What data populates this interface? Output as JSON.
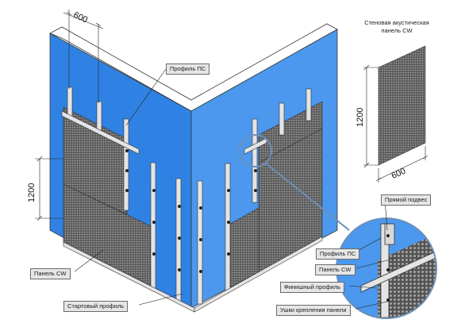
{
  "diagram": {
    "inset_title": "Стеновая акустическая панель CW",
    "dim_top_width": "600",
    "dim_left_height": "1200",
    "dim_inset_height": "1200",
    "dim_inset_width": "600",
    "callouts": {
      "profile_ps_top": "Профиль ПС",
      "panel_cw_left": "Панель CW",
      "start_profile": "Стартовый профиль",
      "direct_hanger": "Прямой подвес",
      "profile_ps_detail": "Профиль ПС",
      "panel_cw_detail": "Панель CW",
      "finish_profile": "Финишный профиль",
      "panel_lugs": "Ушки крепления панели"
    },
    "colors": {
      "wall_left": "#2f82e3",
      "wall_right": "#4b98ee",
      "wall_top": "#ffffff",
      "panel": "#6d6d6d",
      "profile": "#e2e2e2",
      "detail_ring": "#6b8fb8"
    }
  }
}
